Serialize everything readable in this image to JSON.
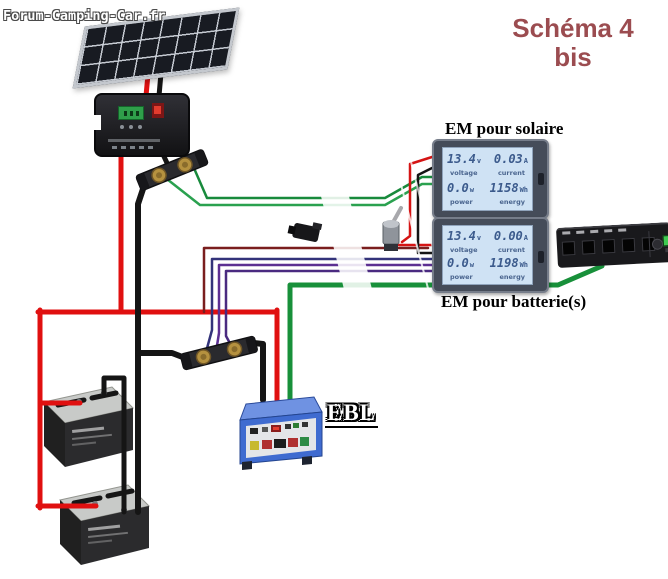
{
  "watermark": "Forum-Camping-Car.fr",
  "title": {
    "line1": "Schéma 4",
    "line2": "bis"
  },
  "labels": {
    "em_solar": "EM pour solaire",
    "em_battery": "EM pour batterie(s)",
    "ebl": "EBL"
  },
  "meters": {
    "solar": {
      "voltage": "13.4",
      "voltage_unit": "v",
      "current": "0.03",
      "current_unit": "A",
      "voltage_label": "voltage",
      "current_label": "current",
      "power": "0.0",
      "power_unit": "w",
      "energy": "1158",
      "energy_unit": "Wh",
      "power_label": "power",
      "energy_label": "energy"
    },
    "battery": {
      "voltage": "13.4",
      "voltage_unit": "v",
      "current": "0.00",
      "current_unit": "A",
      "voltage_label": "voltage",
      "current_label": "current",
      "power": "0.0",
      "power_unit": "w",
      "energy": "1198",
      "energy_unit": "Wh",
      "power_label": "power",
      "energy_label": "energy"
    }
  },
  "colors": {
    "title": "#9b4c50",
    "wire_red": "#e01010",
    "wire_black": "#151515",
    "wire_green": "#2aa14f",
    "wire_green_big": "#18903a",
    "wire_maroon": "#7a1e1e",
    "wire_navy": "#33337a",
    "wire_purple": "#5c2f92",
    "lcd_bg": "#cfe2f4",
    "lcd_text": "#3b5a8c",
    "ebl_blue": "#3f6bd0",
    "device_screen_green": "#3fca50"
  }
}
